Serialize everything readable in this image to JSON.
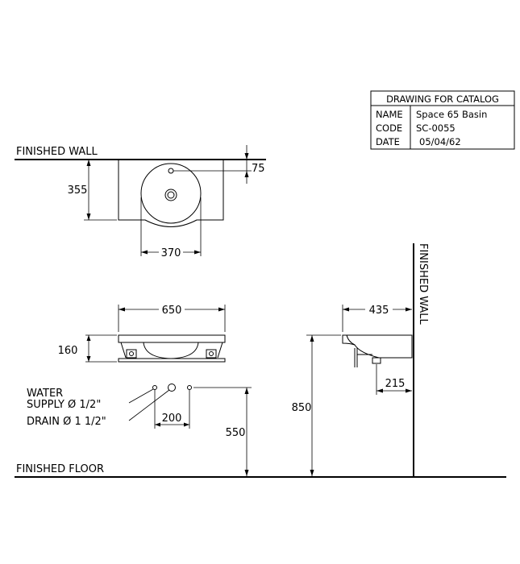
{
  "title_block": {
    "header": "DRAWING FOR CATALOG",
    "rows": [
      {
        "label": "NAME",
        "value": "Space 65 Basin"
      },
      {
        "label": "CODE",
        "value": "SC-0055"
      },
      {
        "label": "DATE",
        "value": "05/04/62"
      }
    ]
  },
  "labels": {
    "finished_wall_top": "FINISHED WALL",
    "finished_wall_side": "FINISHED WALL",
    "finished_floor": "FINISHED FLOOR",
    "water_supply_line1": "WATER",
    "water_supply_line2": "SUPPLY Ø 1/2\"",
    "drain": "DRAIN Ø 1 1/2\""
  },
  "dimensions": {
    "top_depth": "355",
    "tap_offset": "75",
    "bowl_width": "370",
    "front_width": "650",
    "front_height": "160",
    "supply_spacing": "200",
    "supply_height": "550",
    "basin_height": "850",
    "side_depth": "435",
    "drain_offset": "215"
  }
}
